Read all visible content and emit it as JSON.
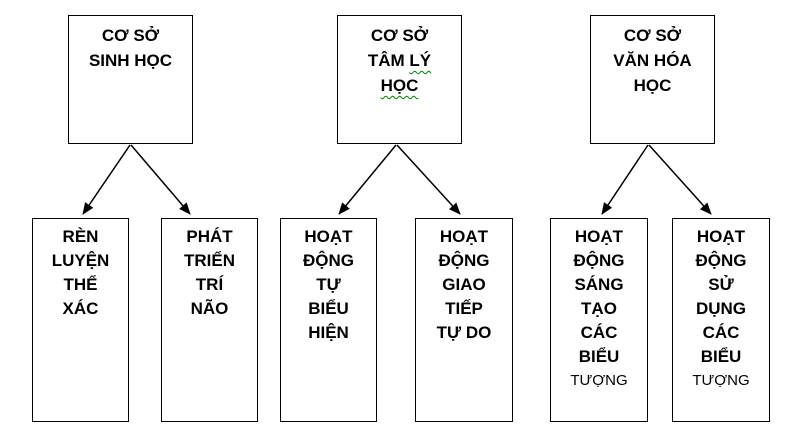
{
  "styles": {
    "background": "#ffffff",
    "box_border_color": "#000000",
    "text_color": "#000000",
    "arrow_color": "#000000",
    "squiggle_color": "#008000"
  },
  "groups": [
    {
      "parent": {
        "name": "co-so-sinh-hoc",
        "lines": [
          "CƠ SỞ",
          "SINH HỌC"
        ]
      },
      "children": [
        {
          "name": "ren-luyen-the-xac",
          "lines": [
            "RÈN",
            "LUYỆN",
            "THỂ",
            "XÁC"
          ]
        },
        {
          "name": "phat-trien-tri-nao",
          "lines": [
            "PHÁT",
            "TRIỂN",
            "TRÍ",
            "NÃO"
          ]
        }
      ]
    },
    {
      "parent": {
        "name": "co-so-tam-ly-hoc",
        "line1": "CƠ SỞ",
        "line2_plain": "TÂM",
        "line2_misspelled": "LÝ",
        "line3_misspelled": "HỌC"
      },
      "children": [
        {
          "name": "hoat-dong-tu-bieu-hien",
          "lines": [
            "HOẠT",
            "ĐỘNG",
            "TỰ",
            "BIỂU",
            "HIỆN"
          ]
        },
        {
          "name": "hoat-dong-giao-tiep-tu-do",
          "lines": [
            "HOẠT",
            "ĐỘNG",
            "GIAO",
            "TIẾP",
            "TỰ DO"
          ]
        }
      ]
    },
    {
      "parent": {
        "name": "co-so-van-hoa-hoc",
        "lines": [
          "CƠ SỞ",
          "VĂN HÓA",
          "HỌC"
        ]
      },
      "children": [
        {
          "name": "hoat-dong-sang-tao-cac-bieu-tuong",
          "lines": [
            "HOẠT",
            "ĐỘNG",
            "SÁNG",
            "TẠO",
            "CÁC",
            "BIỂU"
          ],
          "last_line": "TƯỢNG"
        },
        {
          "name": "hoat-dong-su-dung-cac-bieu-tuong",
          "lines": [
            "HOẠT",
            "ĐỘNG",
            "SỬ",
            "DỤNG",
            "CÁC",
            "BIỂU"
          ],
          "last_line": "TƯỢNG"
        }
      ]
    }
  ]
}
